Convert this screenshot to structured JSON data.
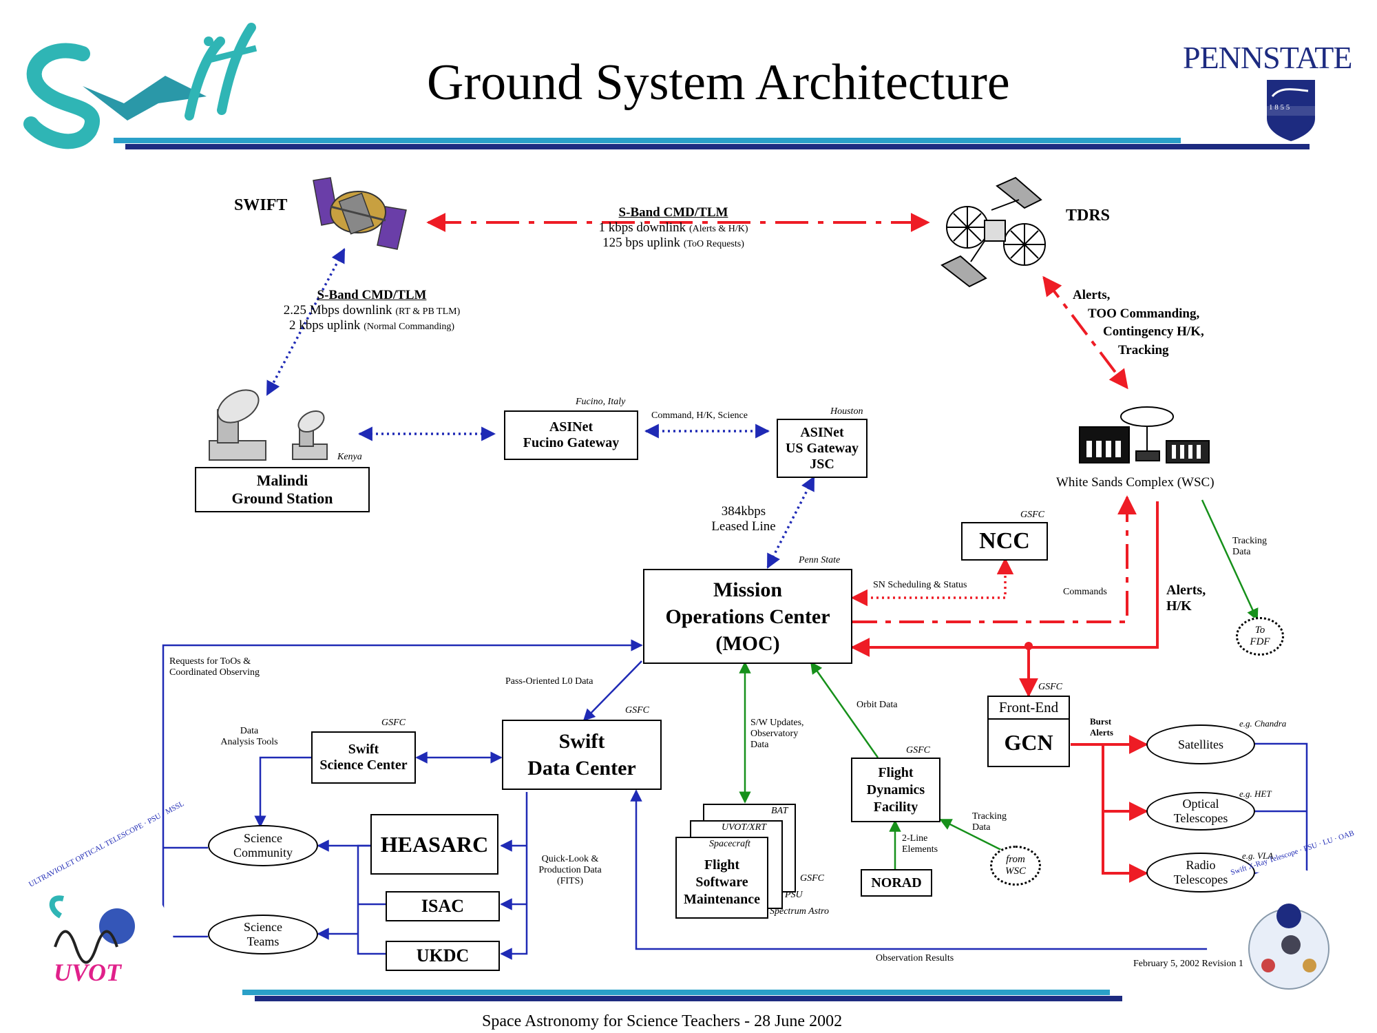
{
  "title": "Ground System Architecture",
  "footer": "Space Astronomy for Science Teachers -  28 June 2002",
  "revision": "February 5, 2002 Revision 1",
  "logos": {
    "swift": "Swift",
    "pennstate": "PENNSTATE",
    "pennstate_year": "1 8 5 5",
    "uvot_ring": "ULTRAVIOLET OPTICAL TELESCOPE · PSU · MSSL",
    "uvot_name": "UVOT",
    "xrt_ring": "Swift X-Ray Telescope · PSU · LU · OAB"
  },
  "spacecraft": {
    "swift": "SWIFT",
    "tdrs": "TDRS"
  },
  "links": {
    "tdrs_link": {
      "heading": "S-Band CMD/TLM",
      "line1": "1 kbps downlink",
      "line1_note": "(Alerts & H/K)",
      "line2": "125 bps uplink",
      "line2_note": "(ToO Requests)"
    },
    "ground_link": {
      "heading": "S-Band CMD/TLM",
      "line1": "2.25 Mbps downlink",
      "line1_note": "(RT & PB TLM)",
      "line2": "2 kbps uplink",
      "line2_note": "(Normal Commanding)"
    },
    "tdrs_wsc": [
      "Alerts,",
      "TOO Commanding,",
      "Contingency H/K,",
      "Tracking"
    ],
    "fucino_jsc": "Command, H/K, Science",
    "leased_line": [
      "384kbps",
      "Leased Line"
    ],
    "sn_scheduling": "SN Scheduling & Status",
    "commands": "Commands",
    "alerts_hk": [
      "Alerts,",
      "H/K"
    ],
    "tracking_data_fdf": [
      "Tracking",
      "Data"
    ],
    "requests": [
      "Requests for ToOs &",
      "Coordinated Observing"
    ],
    "pass_oriented": "Pass-Oriented L0 Data",
    "orbit_data": "Orbit Data",
    "sw_updates": [
      "S/W Updates,",
      "Observatory",
      "Data"
    ],
    "data_analysis": [
      "Data",
      "Analysis Tools"
    ],
    "quick_look": [
      "Quick-Look &",
      "Production Data",
      "(FITS)"
    ],
    "tracking_data_wsc": [
      "Tracking",
      "Data"
    ],
    "two_line": [
      "2-Line",
      "Elements"
    ],
    "burst_alerts": [
      "Burst",
      "Alerts"
    ],
    "observation_results": "Observation Results"
  },
  "locations": {
    "kenya": "Kenya",
    "fucino": "Fucino, Italy",
    "houston": "Houston",
    "penn_state": "Penn State",
    "gsfc": "GSFC",
    "psu": "PSU",
    "spectrum_astro": "Spectrum Astro",
    "eg_chandra": "e.g. Chandra",
    "eg_het": "e.g. HET",
    "eg_vla": "e.g. VLA"
  },
  "nodes": {
    "malindi": [
      "Malindi",
      "Ground Station"
    ],
    "asinet_fucino": [
      "ASINet",
      "Fucino Gateway"
    ],
    "asinet_us": [
      "ASINet",
      "US Gateway",
      "JSC"
    ],
    "wsc": "White Sands Complex (WSC)",
    "ncc": "NCC",
    "moc": [
      "Mission",
      "Operations Center",
      "(MOC)"
    ],
    "to_fdf": [
      "To",
      "FDF"
    ],
    "frontend": "Front-End",
    "gcn": "GCN",
    "sdc": [
      "Swift",
      "Data Center"
    ],
    "ssc": [
      "Swift",
      "Science Center"
    ],
    "science_community": [
      "Science",
      "Community"
    ],
    "science_teams": [
      "Science",
      "Teams"
    ],
    "heasarc": "HEASARC",
    "isac": "ISAC",
    "ukdc": "UKDC",
    "fsm_stack": [
      "BAT",
      "UVOT/XRT",
      "Spacecraft"
    ],
    "fsm": [
      "Flight",
      "Software",
      "Maintenance"
    ],
    "fdf": [
      "Flight",
      "Dynamics",
      "Facility"
    ],
    "norad": "NORAD",
    "from_wsc": [
      "from",
      "WSC"
    ],
    "satellites": "Satellites",
    "optical": [
      "Optical",
      "Telescopes"
    ],
    "radio": [
      "Radio",
      "Telescopes"
    ]
  },
  "colors": {
    "red": "#ee1c25",
    "blue": "#1f2ab5",
    "green": "#16901a",
    "teal": "#2aa0c8",
    "navy": "#1d2b80",
    "uvot_red": "#e0208a"
  }
}
